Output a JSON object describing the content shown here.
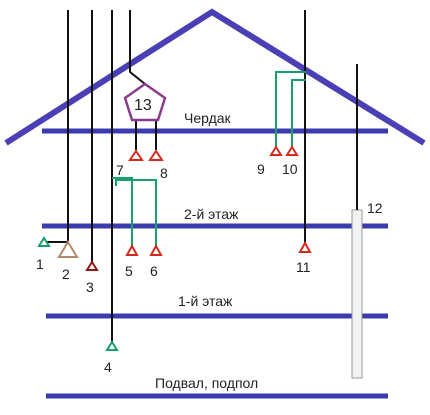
{
  "floors": {
    "attic": "Чердак",
    "second": "2-й этаж",
    "first": "1-й этаж",
    "basement": "Подвал, подпол"
  },
  "labels": {
    "n1": "1",
    "n2": "2",
    "n3": "3",
    "n4": "4",
    "n5": "5",
    "n6": "6",
    "n7": "7",
    "n8": "8",
    "n9": "9",
    "n10": "10",
    "n11": "11",
    "n12": "12",
    "n13": "13"
  },
  "colors": {
    "floor_line": "#3b3bb0",
    "roof": "#4b3fb6",
    "pipe": "#111111",
    "green": "#16a06a",
    "red_marker": "#d9281e",
    "tan_marker": "#b08a6a",
    "dark_red_marker": "#8a1a1a",
    "pentagon": "#8a3c8a"
  }
}
